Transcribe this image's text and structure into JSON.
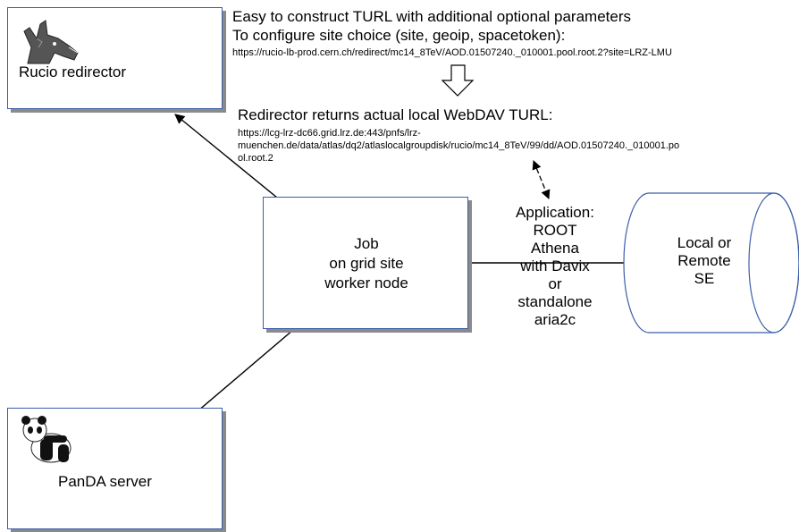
{
  "top_text": {
    "line1": "Easy to construct TURL with additional optional parameters",
    "line2": "To configure site choice (site, geoip, spacetoken):",
    "url": "https://rucio-lb-prod.cern.ch/redirect/mc14_8TeV/AOD.01507240._010001.pool.root.2?site=LRZ-LMU"
  },
  "redirector_text": {
    "heading": "Redirector returns actual local WebDAV TURL:",
    "url_line1": "https://lcg-lrz-dc66.grid.lrz.de:443/pnfs/lrz-",
    "url_line2": "muenchen.de/data/atlas/dq2/atlaslocalgroupdisk/rucio/mc14_8TeV/99/dd/AOD.01507240._010001.po",
    "url_line3": "ol.root.2"
  },
  "rucio_box": {
    "label": "Rucio redirector",
    "icon": "donkey-icon"
  },
  "panda_box": {
    "label": "PanDA server",
    "icon": "panda-icon"
  },
  "job_box": {
    "line1": "Job",
    "line2": "on grid site",
    "line3": "worker node"
  },
  "application": {
    "lines": [
      "Application:",
      "ROOT",
      "Athena",
      "with Davix",
      "or",
      "standalone",
      "aria2c"
    ]
  },
  "storage": {
    "line1": "Local or",
    "line2": "Remote",
    "line3": "SE"
  },
  "colors": {
    "box_border": "#3b5ea8",
    "shadow": "#8a8a8a",
    "line": "#000000"
  }
}
